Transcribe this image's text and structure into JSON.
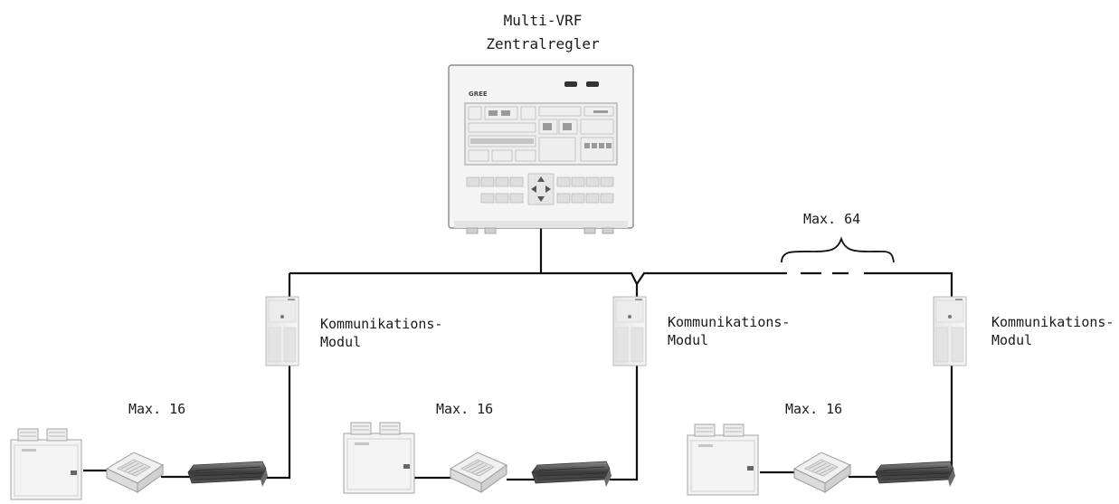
{
  "controller": {
    "title_line1": "Multi-VRF",
    "title_line2": "Zentralregler",
    "brand": "GREE"
  },
  "bus": {
    "max_label": "Max. 64"
  },
  "modules": [
    {
      "label_line1": "Kommunikations-",
      "label_line2": "Modul"
    },
    {
      "label_line1": "Kommunikations-",
      "label_line2": "Modul"
    },
    {
      "label_line1": "Kommunikations-",
      "label_line2": "Modul"
    }
  ],
  "groups": [
    {
      "max_label": "Max. 16"
    },
    {
      "max_label": "Max. 16"
    },
    {
      "max_label": "Max. 16"
    }
  ],
  "colors": {
    "line": "#111111",
    "device_body": "#f1f1f1",
    "device_outline": "#9a9a9a",
    "dark_grille": "#4a4a4a"
  }
}
